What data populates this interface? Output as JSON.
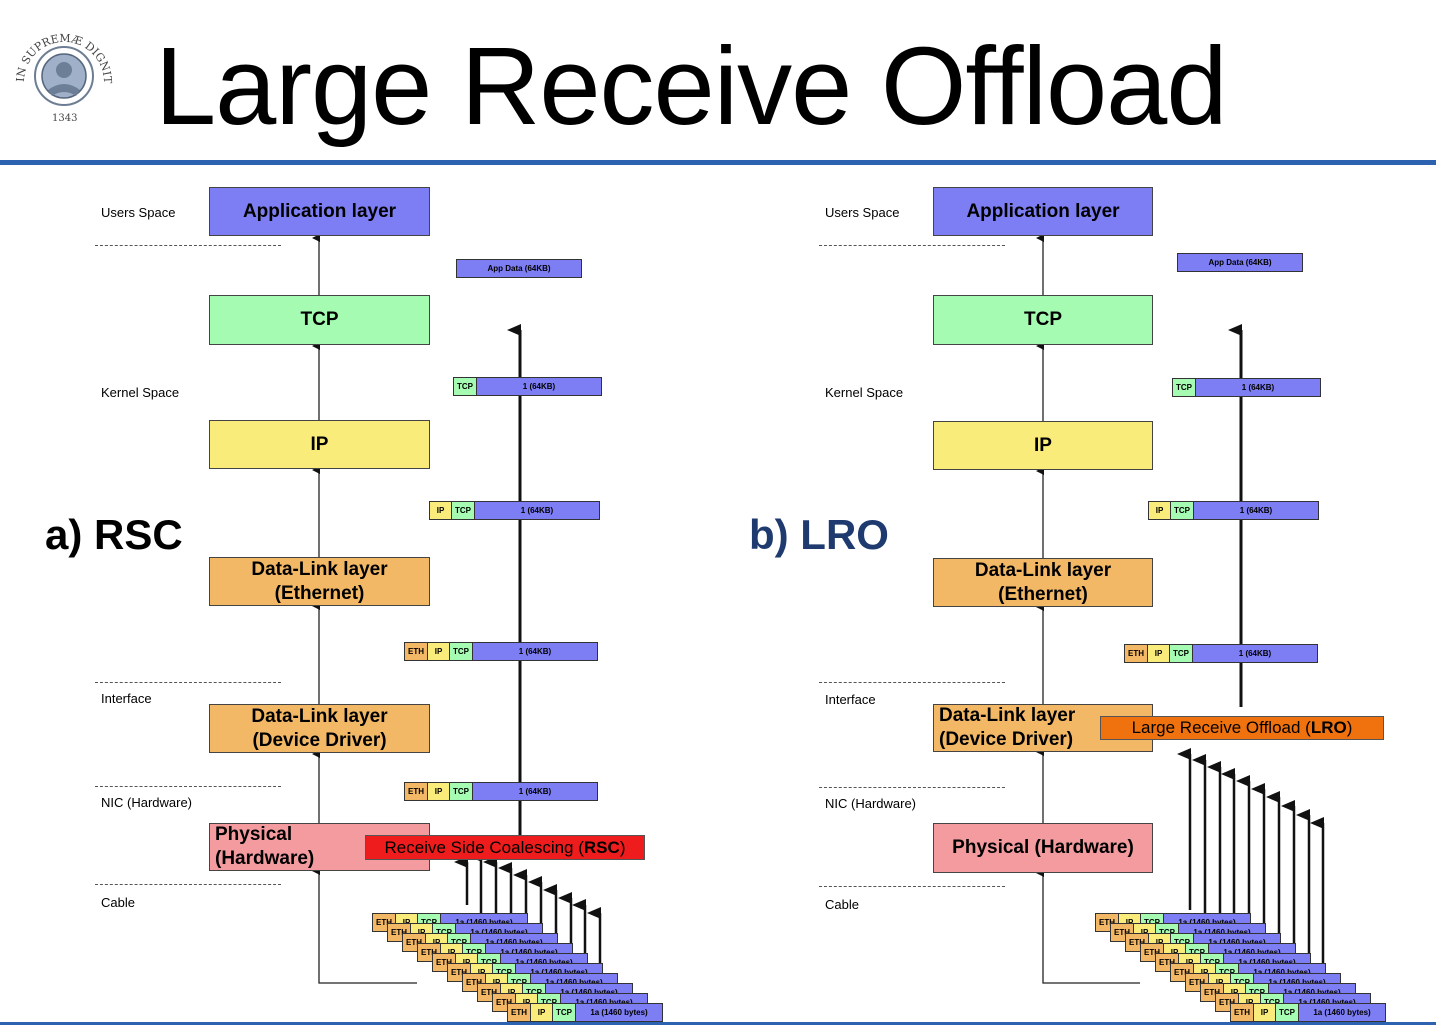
{
  "title": "Large Receive Offload",
  "seal": {
    "arc_text": "IN SUPREMÆ DIGNITATIS",
    "year": "1343"
  },
  "labels": {
    "users_space": "Users Space",
    "kernel_space": "Kernel Space",
    "interface": "Interface",
    "nic": "NIC (Hardware)",
    "cable": "Cable"
  },
  "layers": {
    "application": "Application layer",
    "tcp": "TCP",
    "ip": "IP",
    "dl_eth_1": "Data-Link layer",
    "dl_eth_2": "(Ethernet)",
    "dl_drv_1": "Data-Link layer",
    "dl_drv_2": "(Device Driver)",
    "phys_1": "Physical",
    "phys_2": "(Hardware)",
    "phys_full": "Physical (Hardware)"
  },
  "packet": {
    "app_data": "App Data (64KB)",
    "eth": "ETH",
    "ip": "IP",
    "tcp": "TCP",
    "data": "1 (64KB)",
    "frag_data": "1a (1460 bytes)"
  },
  "rsc": {
    "heading": "a) RSC",
    "offload_text": "Receive Side Coalescing (",
    "offload_bold": "RSC",
    "offload_close": ")"
  },
  "lro": {
    "heading": "b) LRO",
    "offload_text": "Large Receive Offload (",
    "offload_bold": "LRO",
    "offload_close": ")"
  },
  "colors": {
    "accent_rule": "#2d62b0",
    "application": "#7d7df4",
    "tcp": "#a5fbb2",
    "ip": "#faec7a",
    "datalink": "#f2b866",
    "physical": "#f49ba0",
    "rsc_bar": "#ee1c1c",
    "lro_bar": "#f0720f",
    "lro_heading": "#1f3a6e"
  }
}
